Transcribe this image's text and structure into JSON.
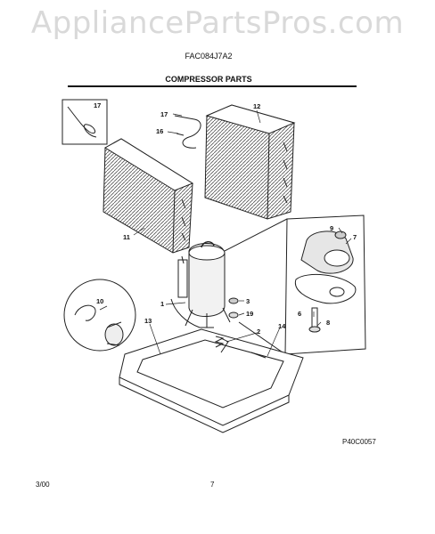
{
  "watermark": "AppliancePartsPros.com",
  "model_number": "FAC084J7A2",
  "section_title": "COMPRESSOR PARTS",
  "reference_code": "P40C0057",
  "footer": {
    "date": "3/00",
    "page": "7"
  },
  "callouts": {
    "c17a": "17",
    "c17b": "17",
    "c16": "16",
    "c12": "12",
    "c11": "11",
    "c9": "9",
    "c7": "7",
    "c1": "1",
    "c3": "3",
    "c19": "19",
    "c6": "6",
    "c8": "8",
    "c10": "10",
    "c13": "13",
    "c14": "14",
    "c2": "2"
  }
}
